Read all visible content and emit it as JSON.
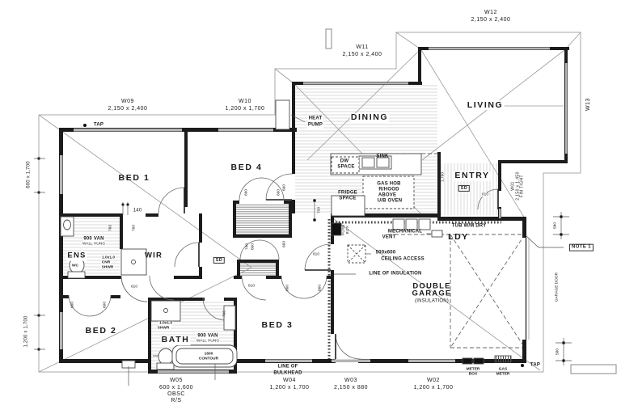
{
  "drawing": {
    "rooms": {
      "bed1": "BED 1",
      "bed2": "BED 2",
      "bed3": "BED 3",
      "bed4": "BED 4",
      "dining": "DINING",
      "living": "LIVING",
      "entry": "ENTRY",
      "ens": "ENS",
      "wir": "WIR",
      "bath": "BATH",
      "ldy": "LDY",
      "garage_l1": "DOUBLE",
      "garage_l2": "GARAGE",
      "garage_l3": "(INSULATION)"
    },
    "windows": {
      "w01": {
        "id": "W01",
        "size": "2,150 x 1,450",
        "note": "FIN TIGHT"
      },
      "w02": {
        "id": "W02",
        "size": "1,200 x 1,700"
      },
      "w03": {
        "id": "W03",
        "size": "2,150 x 880"
      },
      "w04": {
        "id": "W04",
        "size": "1,200 x 1,700"
      },
      "w05": {
        "id": "W05",
        "size": "600 x 1,600",
        "note1": "OBSC",
        "note2": "R/S"
      },
      "w09": {
        "id": "W09",
        "size": "2,150 x 2,400"
      },
      "w10": {
        "id": "W10",
        "size": "1,200 x 1,700"
      },
      "w11": {
        "id": "W11",
        "size": "2,150 x 2,400"
      },
      "w12": {
        "id": "W12",
        "size": "2,150 x 2,400"
      },
      "w13": {
        "id": "W13"
      },
      "left_upper": "600 x 1,700",
      "left_lower": "1,200 x 1,700"
    },
    "kitchen": {
      "sink": "SINK",
      "dw1": "DW",
      "dw2": "SPACE",
      "hob1": "GAS HOB",
      "hob2": "R/HOOD",
      "hob3": "ABOVE",
      "hob4": "U/B OVEN",
      "fridge1": "FRIDGE",
      "fridge2": "SPACE"
    },
    "fixtures": {
      "tap": "TAP",
      "heat1": "HEAT",
      "heat2": "PUMP",
      "tub_line": "TUB W/M DRY",
      "mech1": "MECHANICAL",
      "mech2": "VENT",
      "fuse1": "FUSE",
      "fuse2": "BOX",
      "meter1": "METER",
      "meter2": "BOX",
      "gas1": "GAS",
      "gas2": "METER",
      "wc": "WC",
      "van": "900 VAN",
      "van_sub": "WALL HUNG",
      "cnr1": "1.0x1.0",
      "cnr2": "CNR",
      "cnr3": "SHWR",
      "shwr1": "1.0x1.0",
      "shwr2": "SHWR",
      "tub1": "1600",
      "tub2": "CONTOUR",
      "sd": "SD"
    },
    "notes": {
      "access1": "500x600",
      "access2": "CEILING ACCESS",
      "insulation": "LINE OF INSULATION",
      "bulkhead1": "LINE OF",
      "bulkhead2": "BULKHEAD",
      "note1": "NOTE 1",
      "garage_door": "GARAGE DOOR"
    },
    "dims": {
      "d140": "140",
      "d700": "700",
      "d760": "760",
      "d660": "660",
      "d740": "740",
      "d810": "810",
      "d580": "580",
      "d1790": "1,790"
    }
  }
}
